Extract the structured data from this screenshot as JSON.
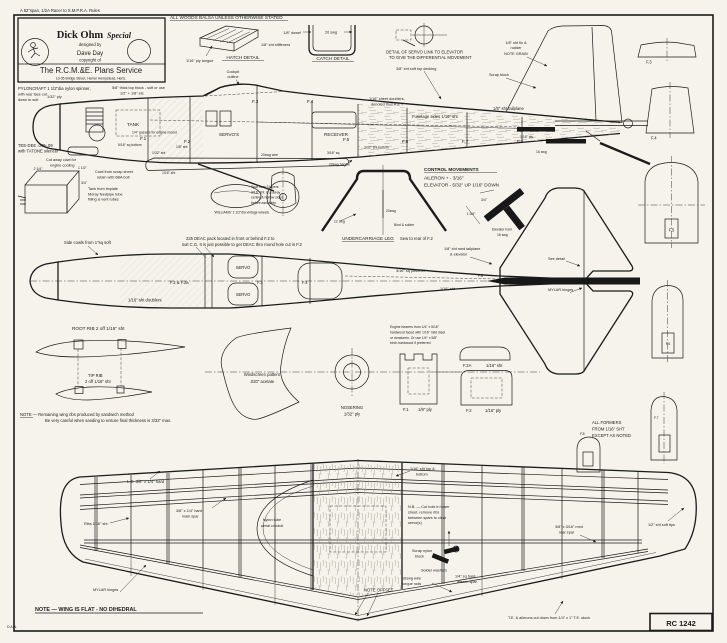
{
  "page": {
    "plan_number": "RC 1242",
    "initials": "D.A.N.",
    "spec_line": "A 52\"span, 1/2A Racer to S.M.P.R.A. Rules",
    "materials_note": "ALL WOODS BALSA UNLESS OTHERWISE STATED"
  },
  "title_block": {
    "title": "Dick Ohm",
    "title_style": "Special",
    "designed_by": "designed by",
    "designer": "Dave Day",
    "copyright_of": "copyright of",
    "publisher": "The R.C.M.&E. Plans Service",
    "address": "13-35 Bridge Street, Hemel Hempstead, Herts."
  },
  "details": {
    "hatch_title": "HATCH DETAIL",
    "hatch_tongue": "1/16\" ply tongue",
    "hatch_stiffeners": "1/8\" sht stiffeners",
    "catch_title": "CATCH DETAIL",
    "catch_dowel": "1/8\" dowel",
    "catch_wire": "20 swg",
    "servo_link_1": "DETAIL OF SERVO LINK TO ELEVATOR",
    "servo_link_2": "TO GIVE THE DIFFERENTIAL MOVEMENT",
    "top_decking": "3/8\" sht soft top decking",
    "fin_sheet_1": "1/8\" sht fin &",
    "fin_sheet_2": "rudder",
    "fin_sheet_3": "NOTE GRAIN",
    "scrap_block": "Scrap block"
  },
  "side_view": {
    "spinner_1": "PYLONCRAFT   1 1/2\"dia nylon spinner,",
    "spinner_2": "with rear face cut",
    "spinner_3": "down to suit",
    "ply_1_32": "1/32\" ply",
    "top_block_1": "5/8\" thick top block - soft or use",
    "top_block_2": "1/2\" + 1/8\" etc",
    "cockpit_1": "Cockpit",
    "cockpit_2": "outline",
    "tank": "TANK",
    "engine_1": "TEE-DEE .049-.09",
    "engine_2": "with TATONE silencer",
    "cowl_cut_1": "Cut away cowl for",
    "cowl_cut_2": "engine cooling",
    "cowl_make_1": "Cowl from scrap sheet",
    "cowl_make_2": "retain with 6BA bolt",
    "tank_make_1": "Tank from tinplate",
    "tank_make_2": "Moray feedpipe tube",
    "tank_make_3": "filling & vent tubes",
    "gussets": "1/4\" gussets for engine mount",
    "bottom_sq": "5/16\" sq bottom",
    "f1": "F.1",
    "f2": "F.2",
    "f3": "F.3",
    "f4": "F.4",
    "f5": "F.5",
    "f6": "F.6",
    "f7": "F.7",
    "f8": "F.8",
    "servos": "SERVO'S",
    "receiver": "RECEIVER",
    "sht_1_8": "1/8\" sht",
    "sht_1_32": "1/32\" sht",
    "sht_1_16": "1/16\" sht",
    "wire_20swg": "20swg wire",
    "sq_3_16": "3/16\" sq",
    "handle": "20swg handle",
    "doublers_1": "1/16\" sheet doublers,",
    "doublers_2": "denoted thus A & Y",
    "fus_sides": "Fuselage sides 1/16\" sht",
    "bottom_3_32": "3/32\" sht bottom",
    "tailplane_sht": "1/8\" sht tailplane",
    "ply_1_16": "1/16\" ply",
    "swg_16": "16 swg"
  },
  "tank_detail": {
    "dim_a": "2 1/4\"",
    "dim_b": "1 1/2\"",
    "dim_c": "3/4\""
  },
  "spat": {
    "note_1": "Spat from 3 layers",
    "note_2": "3/16\" sht. Cut away",
    "note_3": "centre & hollow sides",
    "note_4": "before assembly.",
    "wheels": "'WILLIAMS' 1 1/2\"dia vintage wheels"
  },
  "undercarriage": {
    "title": "UNDERCARRIAGE LEG",
    "sew": "Sew to rear of F.2",
    "swg_12": "12 swg",
    "swg_20": "20swg",
    "bind": "Bind & solder"
  },
  "controls": {
    "title": "CONTROL  MOVEMENTS",
    "aileron": "AILERON   + -  3/16\"",
    "elevator": "ELEVATOR  - 5/32\" UP   1/16\" DOWN"
  },
  "horn": {
    "dim_a": "3/4\"",
    "dim_b": "1 3/4\"",
    "label_1": "Elevator horn",
    "label_2": "16 swg"
  },
  "tailplane": {
    "med_sheet_1": "1/8\" sht med tailplane",
    "med_sheet_2": "& elevator",
    "see_detail": "See detail",
    "mylar": "MYLAR hinges"
  },
  "plan_view": {
    "side_cowls": "Side cowls from 1\"sq soft",
    "deac_1": "225 DEAC pack located in front or behind F.2 to",
    "deac_2": "suit C.G. It is just possible to get DEAC thro round hole cut in F.2",
    "f2_f2a": "F.2 & F.2a",
    "f3": "F.3",
    "f4": "F.4",
    "servo_a": "SERVO",
    "servo_b": "SERVO",
    "doublers": "1/16\" sht doublers",
    "pushrod": "3/16\" sq pushrod",
    "sht_1_16": "1/16\" sht",
    "f8": "F.8"
  },
  "ribs": {
    "root_title": "ROOT RIB    2 off 1/16\" sht",
    "tip_title_1": "TIP RIB",
    "tip_title_2": "2 off 1/16\" sht",
    "note_1": "NOTE — Remaining wing ribs produced by sandwich method",
    "note_2": "Be very careful when sanding to ensure final thickness is 3/32\" max."
  },
  "patterns": {
    "windscreen_1": "Windscreen pattern",
    "windscreen_2": ".020\" acetate",
    "nosering_1": "NOSERING",
    "nosering_2": "1/32\" ply",
    "bearers_1": "Engine bearers from 1/4\" x 5/16\"",
    "bearers_2": "hardwood faced with 1/16\" mild steel",
    "bearers_3": "or duralumin. Or use 1/4\" x 5/8\"",
    "bearers_4": "birch hardwood if preferred"
  },
  "formers": {
    "f1": "F.1",
    "f1_mat": "1/8\" ply",
    "f2a": "F.2A",
    "f2a_mat": "1/16\" sht",
    "f2": "F.2",
    "f2_mat": "1/16\" ply",
    "f3": "F.3",
    "f4": "F.4",
    "f5": "F.5",
    "f6": "F.6",
    "f7": "F.7",
    "f8": "F.8",
    "note_1": "ALL FORMERS",
    "note_2": "FROM 1/16\" SHT",
    "note_3": "EXCEPT AS NOTED"
  },
  "wing": {
    "le": "L.E. 3/8\" x 1/4\" hard",
    "main_spar_1": "3/8\" x 1/4\" hard",
    "main_spar_2": "main spar",
    "ribs": "Ribs 1/16\" sht",
    "sheet_1": "1/16\" sht top &",
    "sheet_2": "bottom",
    "conduit_1": "Nylon tube",
    "conduit_2": "aerial conduit",
    "nb_1": "N.B. — Cut hole in lower",
    "nb_2": "sheet, remove ribs",
    "nb_3": "between spars to clear",
    "nb_4": "servo(s)",
    "scrap_1": "Scrap nylon",
    "scrap_2": "block",
    "washers": "Solder washers",
    "torque_1": "16swg wire",
    "torque_2": "torque rods",
    "offset": "NOTE OFFSET",
    "aileron_spar_1": "1/4\" sq hard",
    "aileron_spar_2": "aileron spar",
    "rear_spar_1": "3/8\" x 3/16\" med",
    "rear_spar_2": "rear spar",
    "tips": "1/2\" sht soft tips",
    "mylar": "MYLAR hinges",
    "te": "T.E. & ailerons cut down from 1/4\" x 1\" T.E. stock",
    "flat_note": "NOTE — WING IS FLAT - NO DIHEDRAL"
  }
}
